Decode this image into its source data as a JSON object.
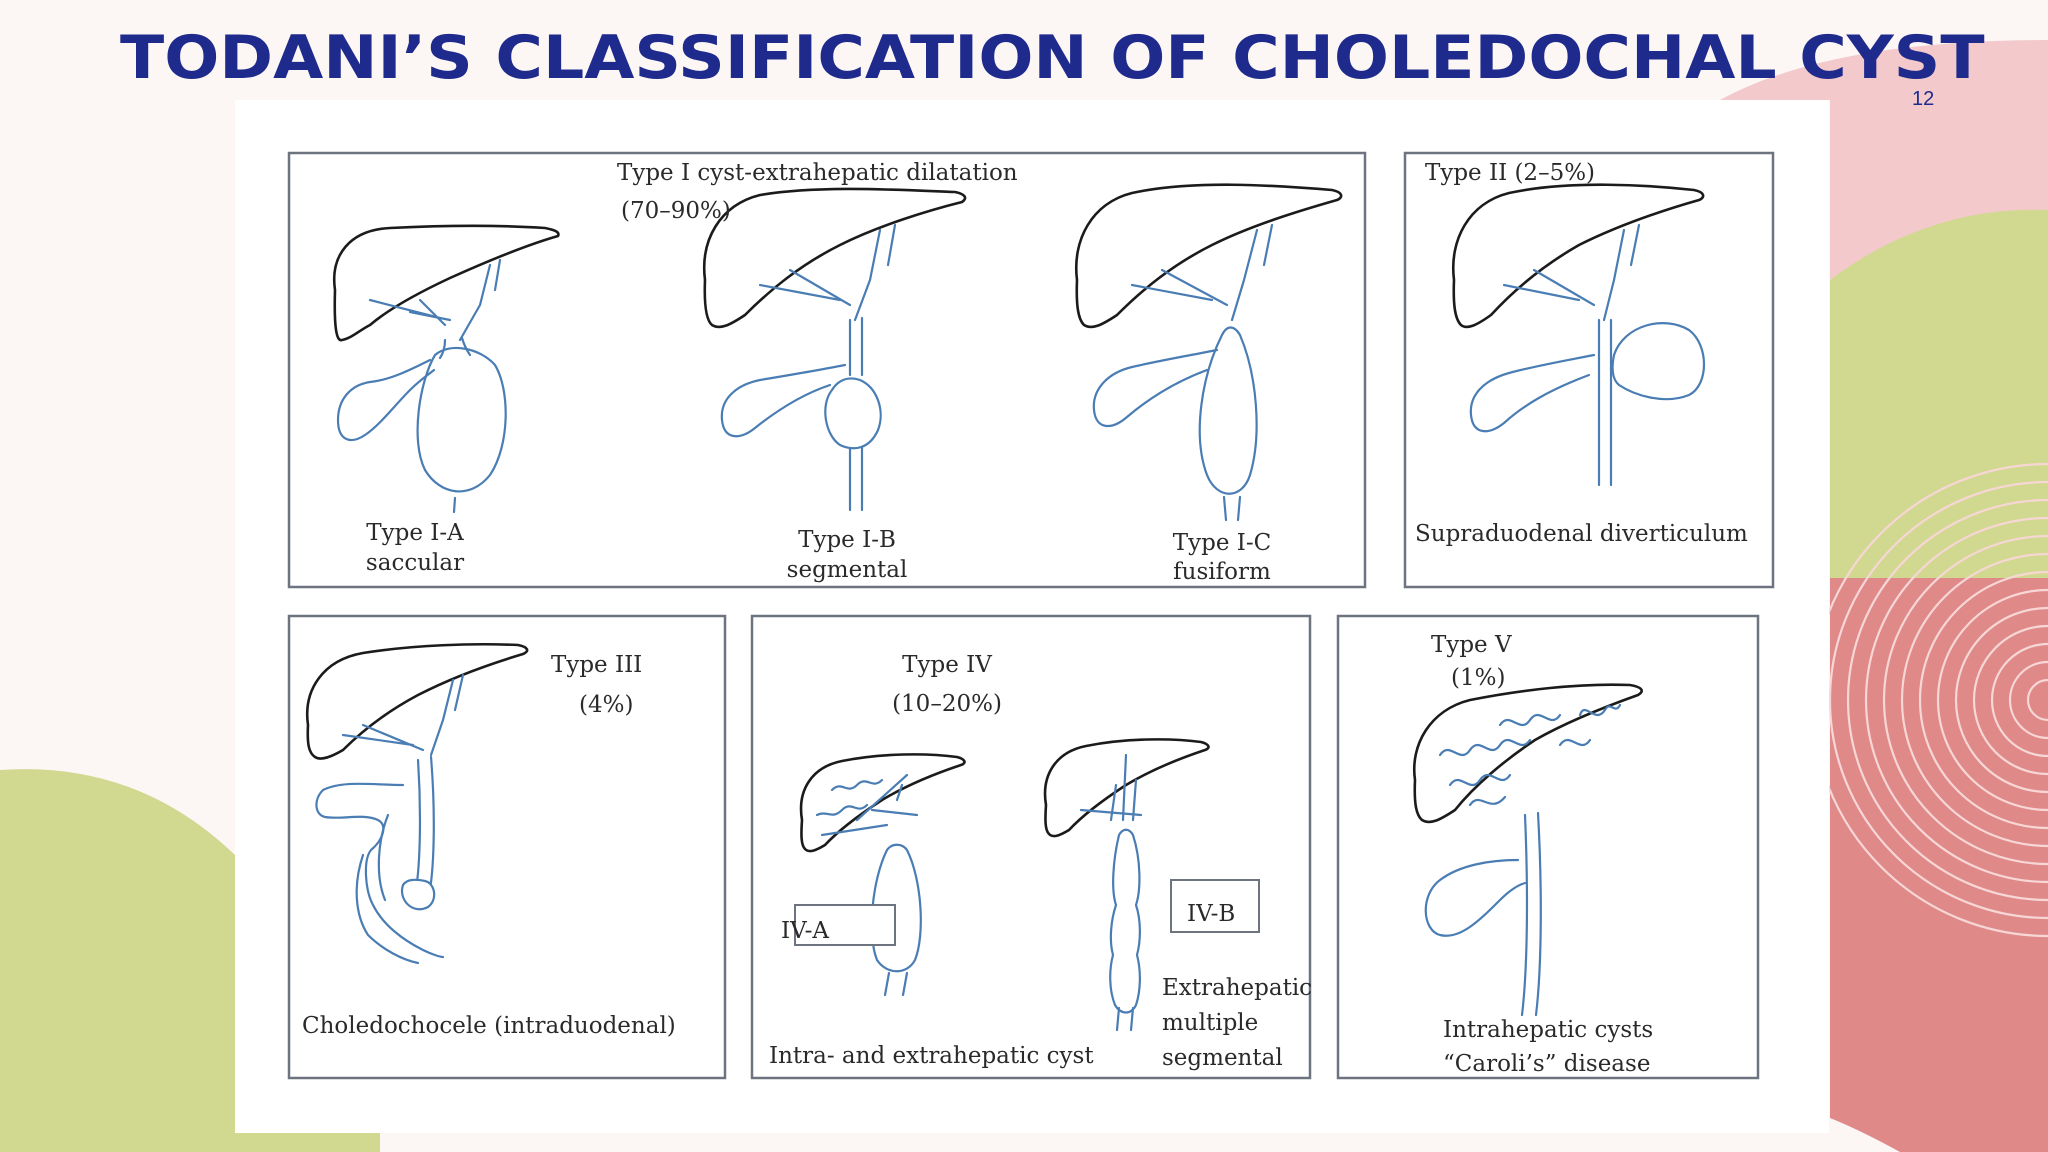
{
  "slide": {
    "title": "TODANI’S CLASSIFICATION OF CHOLEDOCHAL CYST",
    "page_number": "12"
  },
  "colors": {
    "title": "#1e2a8c",
    "deco_pink": "#f3c9cb",
    "deco_green": "#d1d88f",
    "deco_rose": "#df8a89",
    "figure_background": "#ffffff",
    "duct_blue": "#4a7db3",
    "liver_outline": "#1b1b1b"
  },
  "figure": {
    "type1": {
      "heading": "Type I cyst-extrahepatic dilatation",
      "percent": "(70–90%)",
      "a_name": "Type I-A",
      "a_desc": "saccular",
      "b_name": "Type I-B",
      "b_desc": "segmental",
      "c_name": "Type I-C",
      "c_desc": "fusiform"
    },
    "type2": {
      "heading": "Type II (2–5%)",
      "desc": "Supraduodenal diverticulum"
    },
    "type3": {
      "heading": "Type III",
      "percent": "(4%)",
      "desc": "Choledochocele (intraduodenal)"
    },
    "type4": {
      "heading": "Type IV",
      "percent": "(10–20%)",
      "a_tag": "IV-A",
      "b_tag": "IV-B",
      "a_desc": "Intra- and extrahepatic cyst",
      "b_desc_1": "Extrahepatic",
      "b_desc_2": "multiple",
      "b_desc_3": "segmental"
    },
    "type5": {
      "heading": "Type V",
      "percent": "(1%)",
      "desc_1": "Intrahepatic cysts",
      "desc_2": "“Caroli’s” disease"
    }
  }
}
